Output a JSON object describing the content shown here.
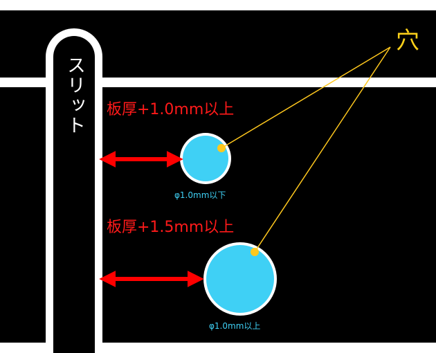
{
  "labels": {
    "slit": "スリット",
    "hole": "穴",
    "small_clearance": "板厚+1.0mm以上",
    "large_clearance": "板厚+1.5mm以上",
    "small_diameter": "φ1.0mm以下",
    "large_diameter": "φ1.0mm以上"
  },
  "colors": {
    "background": "#000000",
    "line": "#ffffff",
    "arrow": "#ff0000",
    "hole_fill": "#3fd0f5",
    "hole_outline": "#ffffff",
    "leader": "#ffc81e",
    "hole_text": "#ffd21a"
  },
  "icons": {
    "arrow": "double-headed-arrow",
    "leader_dot": "dot"
  }
}
